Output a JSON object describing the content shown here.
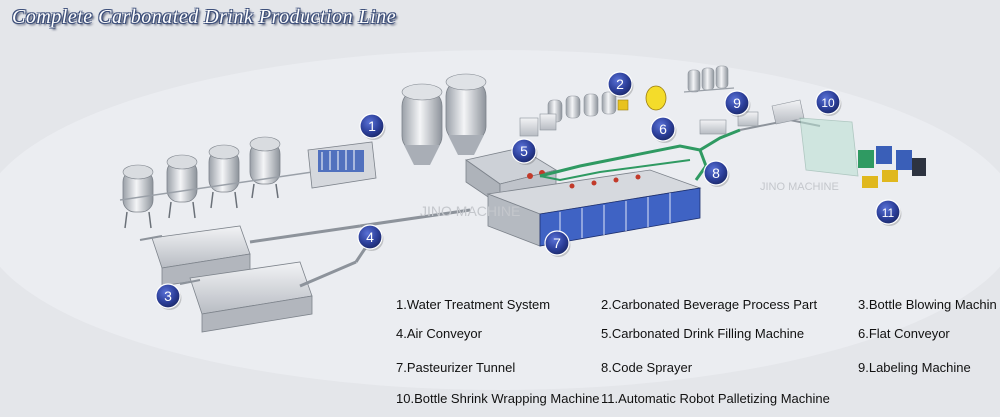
{
  "title": "Complete Carbonated Drink Production Line",
  "watermark": "JINO MACHINE",
  "badge_color": "#2c3f9a",
  "markers": [
    {
      "num": "1"
    },
    {
      "num": "2"
    },
    {
      "num": "3"
    },
    {
      "num": "4"
    },
    {
      "num": "5"
    },
    {
      "num": "6"
    },
    {
      "num": "7"
    },
    {
      "num": "8"
    },
    {
      "num": "9"
    },
    {
      "num": "10"
    },
    {
      "num": "11"
    }
  ],
  "legend": [
    "1.Water Treatment System",
    "2.Carbonated Beverage Process Part",
    "3.Bottle Blowing Machin",
    "4.Air Conveyor",
    "5.Carbonated Drink Filling Machine",
    "6.Flat Conveyor",
    "7.Pasteurizer Tunnel",
    "8.Code Sprayer",
    "9.Labeling Machine",
    "10.Bottle Shrink Wrapping Machine",
    "11.Automatic Robot Palletizing Machine"
  ]
}
